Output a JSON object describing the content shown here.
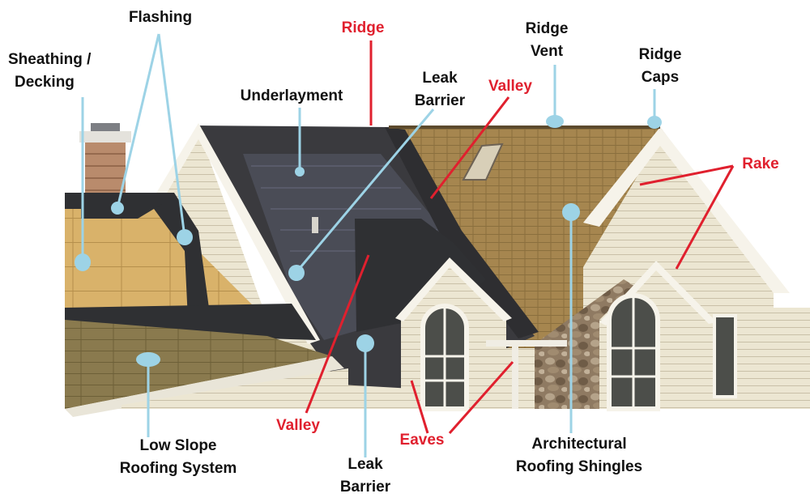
{
  "colors": {
    "leader_blue": "#9dd3e6",
    "leader_red": "#e0202e",
    "label_black": "#111111",
    "label_red": "#e0202e",
    "shingle_brown": "#a6864f",
    "underlayment_dark": "#3a3a3e",
    "decking_wood": "#d9b26a",
    "siding_cream": "#ece6d2"
  },
  "labels": {
    "flashing": "Flashing",
    "sheathing_line1": "Sheathing /",
    "sheathing_line2": "Decking",
    "ridge": "Ridge",
    "underlayment": "Underlayment",
    "leak_barrier_top_line1": "Leak",
    "leak_barrier_top_line2": "Barrier",
    "valley_top": "Valley",
    "ridge_vent_line1": "Ridge",
    "ridge_vent_line2": "Vent",
    "ridge_caps_line1": "Ridge",
    "ridge_caps_line2": "Caps",
    "rake": "Rake",
    "low_slope_line1": "Low Slope",
    "low_slope_line2": "Roofing System",
    "valley_bottom": "Valley",
    "leak_barrier_bottom_line1": "Leak",
    "leak_barrier_bottom_line2": "Barrier",
    "eaves": "Eaves",
    "architectural_line1": "Architectural",
    "architectural_line2": "Roofing Shingles"
  }
}
